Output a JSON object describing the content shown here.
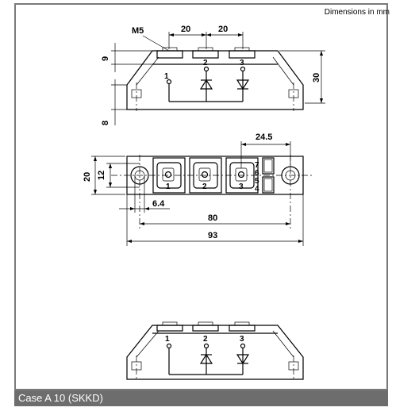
{
  "header": {
    "units_note": "Dimensions in mm"
  },
  "caption": {
    "text": "Case A 10 (SKKD)"
  },
  "top_view": {
    "thread": "M5",
    "spacing_left": "20",
    "spacing_right": "20",
    "height_upper": "9",
    "height_lower": "8",
    "height_total": "30",
    "terminals": [
      "1",
      "2",
      "3"
    ]
  },
  "plan_view": {
    "width_outer": "20",
    "width_inner": "12",
    "right_width": "24.5",
    "hole_dia": "6.4",
    "hole_spacing": "80",
    "length_total": "93",
    "terminals": [
      "1",
      "2",
      "3"
    ],
    "aux_pins": [
      "7",
      "6",
      "5",
      "4"
    ]
  },
  "bottom_view": {
    "terminals": [
      "1",
      "2",
      "3"
    ]
  }
}
